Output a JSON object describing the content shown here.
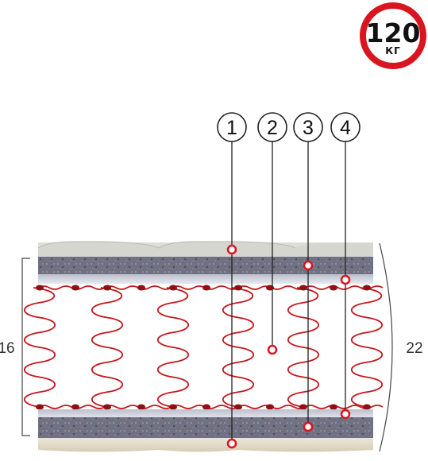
{
  "load_badge": {
    "value": "120",
    "unit": "КГ",
    "ring_color": "#d9151f"
  },
  "callouts": [
    {
      "number": "1"
    },
    {
      "number": "2"
    },
    {
      "number": "3"
    },
    {
      "number": "4"
    }
  ],
  "dimensions": {
    "spring_height": "16",
    "total_height": "22"
  },
  "colors": {
    "spring": "#c4161c",
    "marker": "#d9151f",
    "felt": "#6e6f80",
    "outer_fabric": "#dcdcd8",
    "cotton_bottom": "#e2dccb"
  }
}
